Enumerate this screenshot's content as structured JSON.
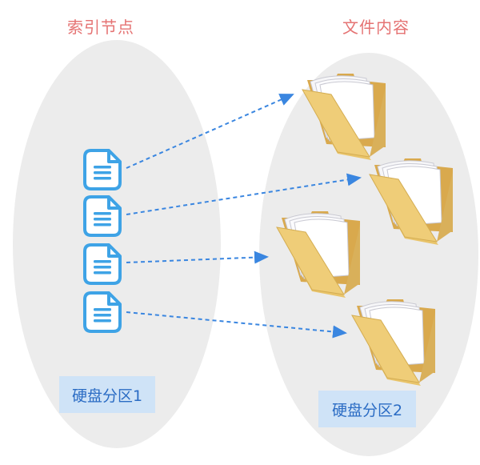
{
  "titles": {
    "left": "索引节点",
    "right": "文件内容"
  },
  "partitions": {
    "left_label": "硬盘分区1",
    "right_label": "硬盘分区2"
  },
  "colors": {
    "ellipse_fill": "#ececec",
    "title_color": "#e57373",
    "doc_icon_stroke": "#3ea3e6",
    "arrow_color": "#3a86e0",
    "label_bg": "#cfe3f7",
    "label_text": "#2b6cc4",
    "folder_fill": "#e9c46a"
  },
  "icons": {
    "index_node": "document-icon",
    "file_content": "folder-icon"
  }
}
